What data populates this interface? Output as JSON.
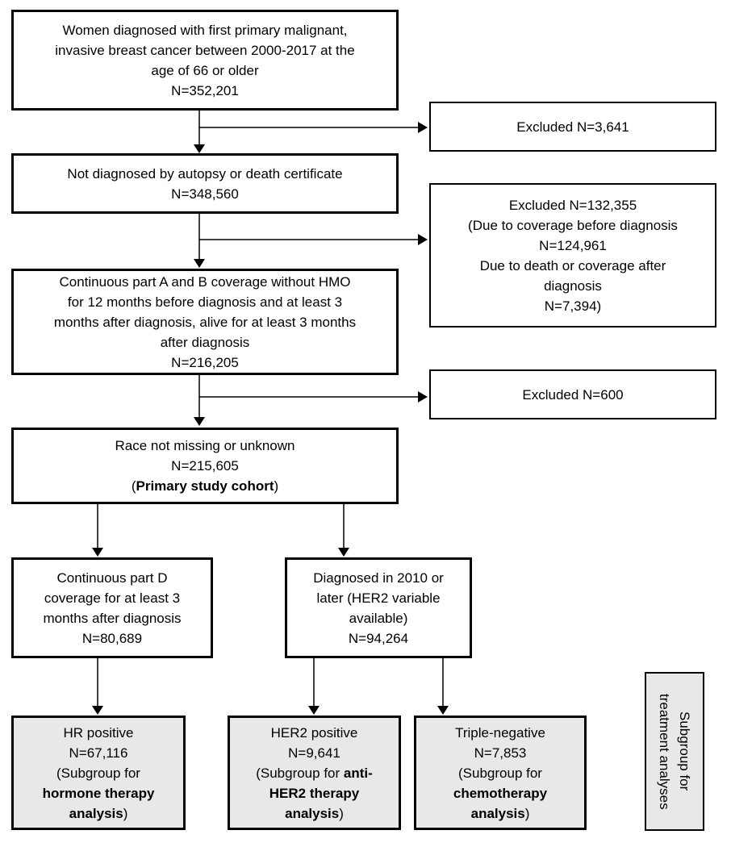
{
  "colors": {
    "background": "#ffffff",
    "box_fill": "#ffffff",
    "shaded_fill": "#e8e8e8",
    "border": "#000000",
    "text": "#000000",
    "arrow": "#000000"
  },
  "flowchart": {
    "initial": {
      "lines": [
        [
          {
            "t": "Women diagnosed with first primary malignant,"
          }
        ],
        [
          {
            "t": "invasive breast cancer between 2000-2017 at the"
          }
        ],
        [
          {
            "t": "age of 66 or older"
          }
        ],
        [
          {
            "t": "N=352,201"
          }
        ]
      ]
    },
    "excluded_1": {
      "lines": [
        [
          {
            "t": "Excluded N=3,641"
          }
        ]
      ]
    },
    "no_autopsy": {
      "lines": [
        [
          {
            "t": "Not diagnosed by autopsy or death certificate"
          }
        ],
        [
          {
            "t": "N=348,560"
          }
        ]
      ]
    },
    "excluded_2": {
      "lines": [
        [
          {
            "t": "Excluded N=132,355"
          }
        ],
        [
          {
            "t": "(Due to coverage before diagnosis"
          }
        ],
        [
          {
            "t": "N=124,961"
          }
        ],
        [
          {
            "t": "Due to death or coverage after"
          }
        ],
        [
          {
            "t": "diagnosis"
          }
        ],
        [
          {
            "t": "N=7,394)"
          }
        ]
      ]
    },
    "coverage_ab": {
      "lines": [
        [
          {
            "t": "Continuous part A and B coverage without HMO"
          }
        ],
        [
          {
            "t": "for 12 months before diagnosis and at least 3"
          }
        ],
        [
          {
            "t": "months after diagnosis, alive for at least 3 months"
          }
        ],
        [
          {
            "t": "after diagnosis"
          }
        ],
        [
          {
            "t": "N=216,205"
          }
        ]
      ]
    },
    "excluded_3": {
      "lines": [
        [
          {
            "t": "Excluded N=600"
          }
        ]
      ]
    },
    "race": {
      "lines": [
        [
          {
            "t": "Race not missing or unknown"
          }
        ],
        [
          {
            "t": "N=215,605"
          }
        ],
        [
          {
            "t": "("
          },
          {
            "t": "Primary study cohort",
            "b": true
          },
          {
            "t": ")"
          }
        ]
      ]
    },
    "part_d": {
      "lines": [
        [
          {
            "t": "Continuous part D"
          }
        ],
        [
          {
            "t": "coverage for at least 3"
          }
        ],
        [
          {
            "t": "months after diagnosis"
          }
        ],
        [
          {
            "t": "N=80,689"
          }
        ]
      ]
    },
    "her2_available": {
      "lines": [
        [
          {
            "t": "Diagnosed in 2010 or"
          }
        ],
        [
          {
            "t": "later (HER2 variable"
          }
        ],
        [
          {
            "t": "available)"
          }
        ],
        [
          {
            "t": "N=94,264"
          }
        ]
      ]
    },
    "hr_positive": {
      "lines": [
        [
          {
            "t": "HR positive"
          }
        ],
        [
          {
            "t": "N=67,116"
          }
        ],
        [
          {
            "t": "(Subgroup for"
          }
        ],
        [
          {
            "t": "hormone therapy",
            "b": true
          }
        ],
        [
          {
            "t": "analysis",
            "b": true
          },
          {
            "t": ")"
          }
        ]
      ]
    },
    "her2_positive": {
      "lines": [
        [
          {
            "t": "HER2 positive"
          }
        ],
        [
          {
            "t": "N=9,641"
          }
        ],
        [
          {
            "t": "(Subgroup for "
          },
          {
            "t": "anti-",
            "b": true
          }
        ],
        [
          {
            "t": "HER2 therapy",
            "b": true
          }
        ],
        [
          {
            "t": "analysis",
            "b": true
          },
          {
            "t": ")"
          }
        ]
      ]
    },
    "triple_negative": {
      "lines": [
        [
          {
            "t": "Triple-negative"
          }
        ],
        [
          {
            "t": "N=7,853"
          }
        ],
        [
          {
            "t": "(Subgroup for"
          }
        ],
        [
          {
            "t": "chemotherapy",
            "b": true
          }
        ],
        [
          {
            "t": "analysis",
            "b": true
          },
          {
            "t": ")"
          }
        ]
      ]
    },
    "treatment_sidebar": {
      "lines": [
        [
          {
            "t": "Subgroup for"
          }
        ],
        [
          {
            "t": "treatment analyses"
          }
        ]
      ]
    }
  }
}
